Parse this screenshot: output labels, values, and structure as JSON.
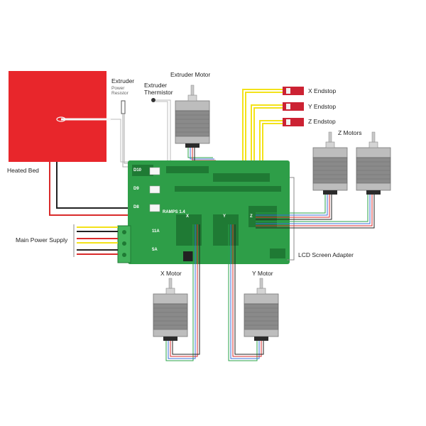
{
  "labels": {
    "heated_bed": "Heated Bed",
    "extruder": "Extruder",
    "power_resistor": "Power\nResistor",
    "extruder_thermistor": "Extruder\nThermistor",
    "extruder_motor": "Extruder Motor",
    "x_endstop": "X Endstop",
    "y_endstop": "Y Endstop",
    "z_endstop": "Z Endstop",
    "z_motors": "Z Motors",
    "main_power_supply": "Main Power Supply",
    "lcd_screen_adapter": "LCD Screen Adapter",
    "x_motor": "X Motor",
    "y_motor": "Y Motor"
  },
  "board": {
    "name": "RAMPS 1.4",
    "d10": "D10",
    "d9": "D9",
    "d8": "D8",
    "fuse_11a": "11A",
    "fuse_5a": "5A",
    "x": "X",
    "y": "Y",
    "z": "Z"
  },
  "colors": {
    "bed_red": "#e8262b",
    "board_green": "#2e9e48",
    "board_dark": "#1f7a34",
    "wire_yellow": "#f3e21a",
    "wire_red": "#d92b2b",
    "wire_black": "#222222",
    "wire_green": "#2aa34a",
    "wire_blue": "#3a6fd8",
    "motor_gray": "#8a8a8a",
    "endstop_red": "#cc2233"
  }
}
